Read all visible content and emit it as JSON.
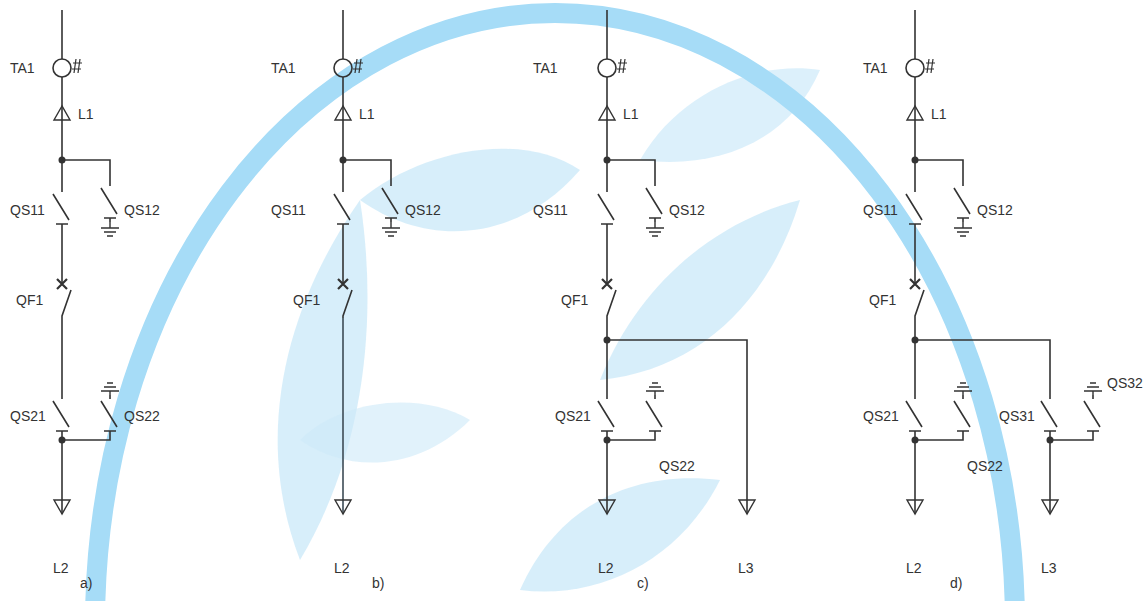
{
  "diagram": {
    "labels": [
      "TA1",
      "L1",
      "QS11",
      "QS12",
      "QF1",
      "QS21",
      "QS22",
      "L2",
      "a)",
      "TA1",
      "L1",
      "QS11",
      "QS12",
      "QF1",
      "L2",
      "b)",
      "TA1",
      "L1",
      "QS11",
      "QS12",
      "QF1",
      "QS21",
      "QS22",
      "L2",
      "L3",
      "c)",
      "TA1",
      "L1",
      "QS11",
      "QS12",
      "QF1",
      "QS21",
      "QS22",
      "QS31",
      "QS32",
      "L2",
      "L3",
      "d)"
    ]
  }
}
